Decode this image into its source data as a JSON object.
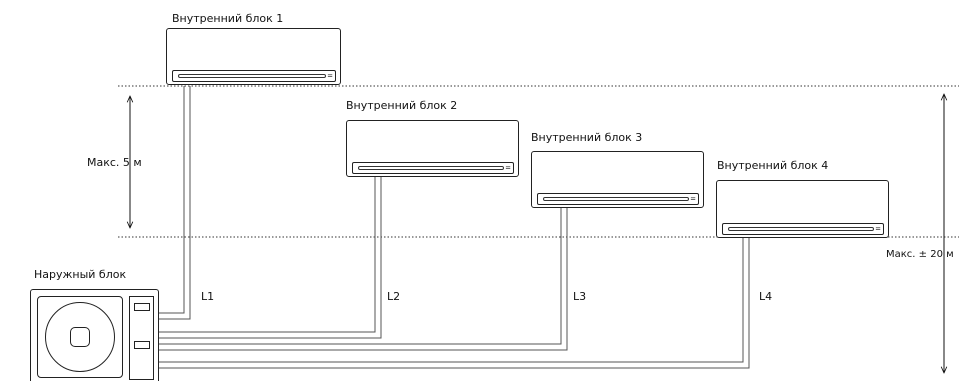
{
  "indoor_units": [
    {
      "label": "Внутренний блок 1"
    },
    {
      "label": "Внутренний блок 2"
    },
    {
      "label": "Внутренний блок 3"
    },
    {
      "label": "Внутренний блок 4"
    }
  ],
  "outdoor_unit": {
    "label": "Наружный блок"
  },
  "pipes": [
    {
      "label": "L1"
    },
    {
      "label": "L2"
    },
    {
      "label": "L3"
    },
    {
      "label": "L4"
    }
  ],
  "dimensions": {
    "indoor_height_diff": "Макс. 5 м",
    "outdoor_height_diff": "Макс. ± 20 м"
  }
}
